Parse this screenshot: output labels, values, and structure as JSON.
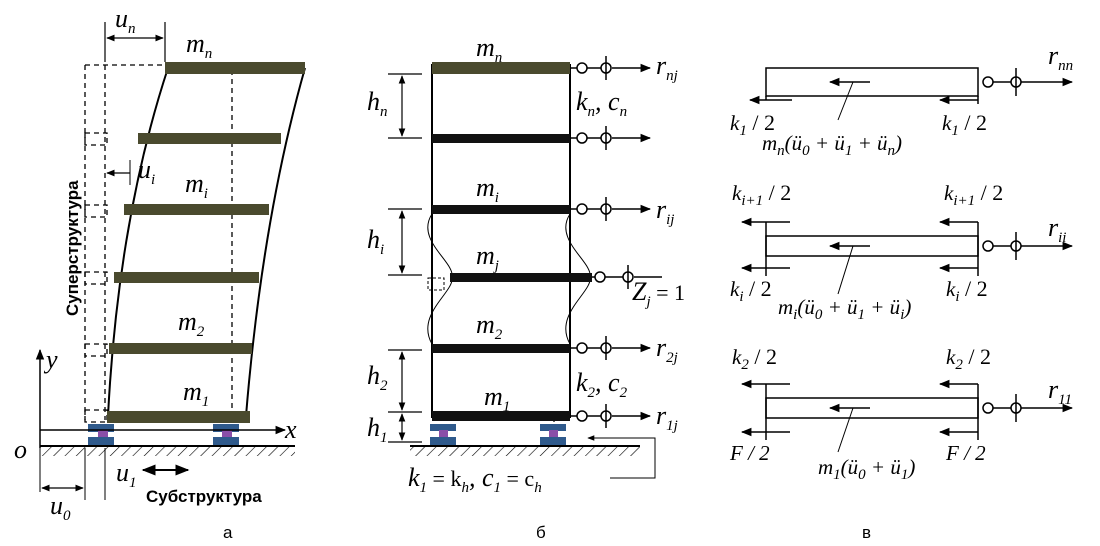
{
  "panel_a": {
    "caption": "а",
    "mass_n": "m",
    "mass_n_sub": "n",
    "mass_i": "m",
    "mass_i_sub": "i",
    "mass_2": "m",
    "mass_2_sub": "2",
    "mass_1": "m",
    "mass_1_sub": "1",
    "disp_n": "u",
    "disp_n_sub": "n",
    "disp_i": "u",
    "disp_i_sub": "i",
    "disp_0": "u",
    "disp_0_sub": "0",
    "disp_1": "u",
    "disp_1_sub": "1",
    "axis_y": "y",
    "axis_x": "x",
    "origin": "o",
    "superstructure": "Суперструктура",
    "substructure": "Субструктура",
    "floor_color": "#4a4a2e",
    "bearing_color": "#2f5a8c",
    "bearing_accent": "#8a4fa8"
  },
  "panel_b": {
    "caption": "б",
    "mass_n": "m",
    "mass_n_sub": "n",
    "mass_i": "m",
    "mass_i_sub": "i",
    "mass_j": "m",
    "mass_j_sub": "j",
    "mass_2": "m",
    "mass_2_sub": "2",
    "mass_1": "m",
    "mass_1_sub": "1",
    "h_n": "h",
    "h_n_sub": "n",
    "h_i": "h",
    "h_i_sub": "i",
    "h_2": "h",
    "h_2_sub": "2",
    "h_1": "h",
    "h_1_sub": "1",
    "kc_n": "k",
    "kc_n_sub": "n",
    "kc_n_c": "c",
    "kc_n_c_sub": "n",
    "kc_2": "k",
    "kc_2_sub": "2",
    "kc_2_c": "c",
    "kc_2_c_sub": "2",
    "r_nj": "r",
    "r_nj_sub": "nj",
    "r_ij": "r",
    "r_ij_sub": "ij",
    "r_2j": "r",
    "r_2j_sub": "2j",
    "r_1j": "r",
    "r_1j_sub": "1j",
    "z_j": "Z",
    "z_j_sub": "j",
    "z_j_val": " = 1",
    "base_eq": "k",
    "base_eq_parts": [
      "1",
      " = k",
      "h",
      ", c",
      "1",
      " = c",
      "h"
    ]
  },
  "panel_c": {
    "caption": "в",
    "top": {
      "left_label": "k",
      "left_sub": "1",
      "left_tail": " / 2",
      "right_label": "k",
      "right_sub": "1",
      "right_tail": " / 2",
      "r_label": "r",
      "r_sub": "nn",
      "inertia": "m",
      "inertia_sub": "n",
      "inertia_tail": "(ü",
      "inertia_tail2": " + ü",
      "inertia_tail3": " + ü",
      "inertia_end": ")",
      "inertia_subs": [
        "0",
        "1",
        "n"
      ]
    },
    "mid": {
      "top_left": "k",
      "top_left_sub": "i+1",
      "top_left_tail": " / 2",
      "top_right": "k",
      "top_right_sub": "i+1",
      "top_right_tail": " / 2",
      "bot_left": "k",
      "bot_left_sub": "i",
      "bot_left_tail": " / 2",
      "bot_right": "k",
      "bot_right_sub": "i",
      "bot_right_tail": " / 2",
      "r_label": "r",
      "r_sub": "ii",
      "inertia": "m",
      "inertia_sub": "i",
      "inertia_subs": [
        "0",
        "1",
        "i"
      ]
    },
    "bot": {
      "top_left": "k",
      "top_left_sub": "2",
      "top_left_tail": " / 2",
      "top_right": "k",
      "top_right_sub": "2",
      "top_right_tail": " / 2",
      "bot_left": "F / 2",
      "bot_right": "F / 2",
      "r_label": "r",
      "r_sub": "11",
      "inertia": "m",
      "inertia_sub": "1",
      "inertia_subs": [
        "0",
        "1"
      ]
    }
  }
}
